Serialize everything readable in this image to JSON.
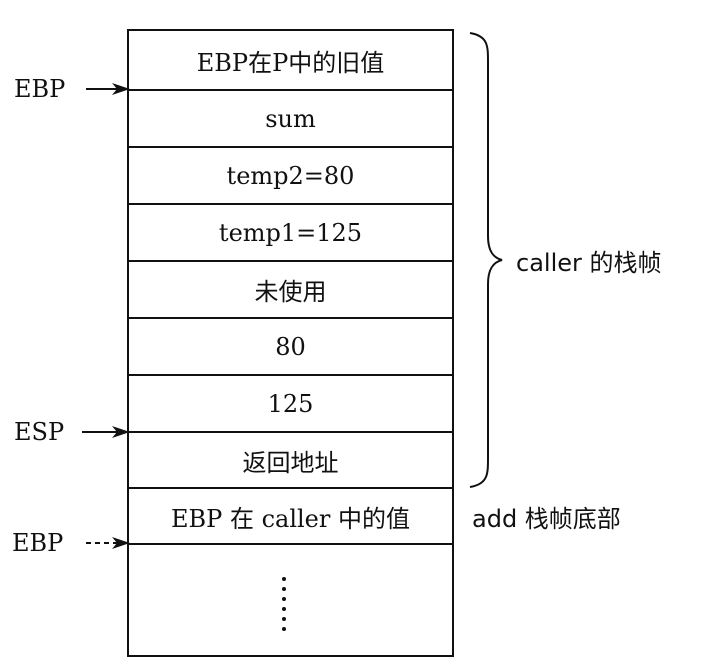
{
  "stack_cells": [
    "EBP在P中的旧值",
    "sum",
    "temp2=80",
    "temp1=125",
    "未使用",
    "80",
    "125",
    "返回地址",
    "EBP 在 caller 中的值"
  ],
  "pointers": {
    "ebp_top": "EBP",
    "esp": "ESP",
    "ebp_new": "EBP"
  },
  "frames": {
    "caller": "caller 的栈帧",
    "add": "add 栈帧底部"
  }
}
